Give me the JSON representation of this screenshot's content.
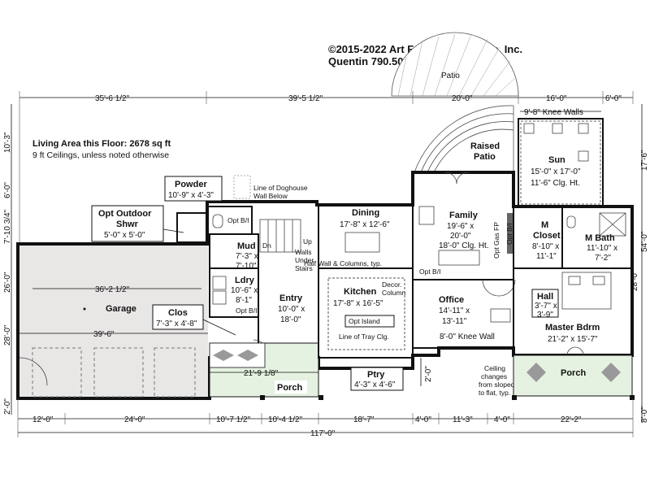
{
  "header": {
    "copyright": "©2015-2022 Art Form Architecture, Inc.",
    "plan_name": "Quentin 790.500"
  },
  "info": {
    "living_area": "Living Area this Floor: 2678 sq ft",
    "ceilings": "9 ft Ceilings, unless noted otherwise"
  },
  "dimensions": {
    "top": [
      "35'-6 1/2\"",
      "39'-5 1/2\"",
      "20'-0\"",
      "16'-0\"",
      "6'-0\""
    ],
    "bottom_row1": [
      "12'-0\"",
      "24'-0\"",
      "10'-7 1/2\"",
      "10'-4 1/2\"",
      "18'-7\"",
      "4'-0\"",
      "11'-3\"",
      "4'-0\"",
      "22'-2\""
    ],
    "overall": "117'-0\"",
    "left": [
      "10'-3\"",
      "6'-0\"",
      "7'-10 3/4\"",
      "26'-0\"",
      "28'-0\"",
      "2'-0\""
    ],
    "right": [
      "17'-6\"",
      "54'-0\"",
      "28'-0\"",
      "8'-0\""
    ],
    "garage_inner": [
      "36'-2 1/2\"",
      "39'-6\""
    ],
    "porch_front": "21'-9 1/8\"",
    "knee_walls_top": "9'-8\" Knee Walls",
    "office_side": "2'-0\""
  },
  "rooms": {
    "patio": "Patio",
    "raised_patio": [
      "Raised",
      "Patio"
    ],
    "sun": {
      "name": "Sun",
      "size": "15'-0\" x 17'-0\"",
      "ceiling": "11'-6\" Clg. Ht."
    },
    "powder": {
      "name": "Powder",
      "size": "10'-9\" x 4'-3\""
    },
    "outdoor_shwr": {
      "name": [
        "Opt Outdoor",
        "Shwr"
      ],
      "size": "5'-0\" x 5'-0\""
    },
    "dining": {
      "name": "Dining",
      "size": "17'-8\" x 12'-6\""
    },
    "family": {
      "name": "Family",
      "size": [
        "19'-6\" x",
        "20'-0\"",
        "18'-0\" Clg. Ht."
      ]
    },
    "m_closet": {
      "name": [
        "M",
        "Closet"
      ],
      "size": [
        "8'-10\" x",
        "11'-1\""
      ]
    },
    "m_bath": {
      "name": "M Bath",
      "size": [
        "11'-10\" x",
        "7'-2\""
      ]
    },
    "mud": {
      "name": "Mud",
      "size": [
        "7'-3\" x",
        "7'-10\""
      ]
    },
    "ldry": {
      "name": "Ldry",
      "size": [
        "10'-6\" x",
        "8'-1\""
      ]
    },
    "garage": "Garage",
    "clos": {
      "name": "Clos",
      "size": "7'-3\" x 4'-8\""
    },
    "entry": {
      "name": "Entry",
      "size": [
        "10'-0\" x",
        "18'-0\""
      ]
    },
    "kitchen": {
      "name": "Kitchen",
      "size": "17'-8\" x 16'-5\""
    },
    "office": {
      "name": "Office",
      "size": [
        "14'-11\" x",
        "13'-11\""
      ]
    },
    "hall": {
      "name": "Hall",
      "size": [
        "3'-7\" x",
        "3'-9\""
      ]
    },
    "master": {
      "name": "Master Bdrm",
      "size": "21'-2\" x 15'-7\""
    },
    "porch_front": "Porch",
    "porch_rear": "Porch",
    "ptry": {
      "name": "Ptry",
      "size": "4'-3\" x 4'-6\""
    }
  },
  "notes": {
    "doghouse": [
      "Line of Doghouse",
      "Wall Below"
    ],
    "opt_bi_powder": "Opt B/I",
    "dn": "Dn",
    "up": "Up",
    "walls_under_stairs": [
      "Walls",
      "Under",
      "Stairs"
    ],
    "half_wall": "Half Wall & Columns, typ.",
    "opt_bi_kitchen": "Opt B/I",
    "decor_column": [
      "Decor.",
      "Column"
    ],
    "opt_island": "Opt Island",
    "tray_clg": "Line of Tray Clg.",
    "opt_bi_ldry": "Opt B/I",
    "opt_gas_fp": "Opt Gas FP",
    "opt_bi_closet": "Opt B/I",
    "knee_wall_office": "8'-0\" Knee Wall",
    "ceiling_changes": [
      "Ceiling",
      "changes",
      "from sloped",
      "to flat, typ."
    ]
  },
  "colors": {
    "garage_fill": "#e9e6e6",
    "porch_fill": "#e6f2e1",
    "line": "#111111"
  }
}
